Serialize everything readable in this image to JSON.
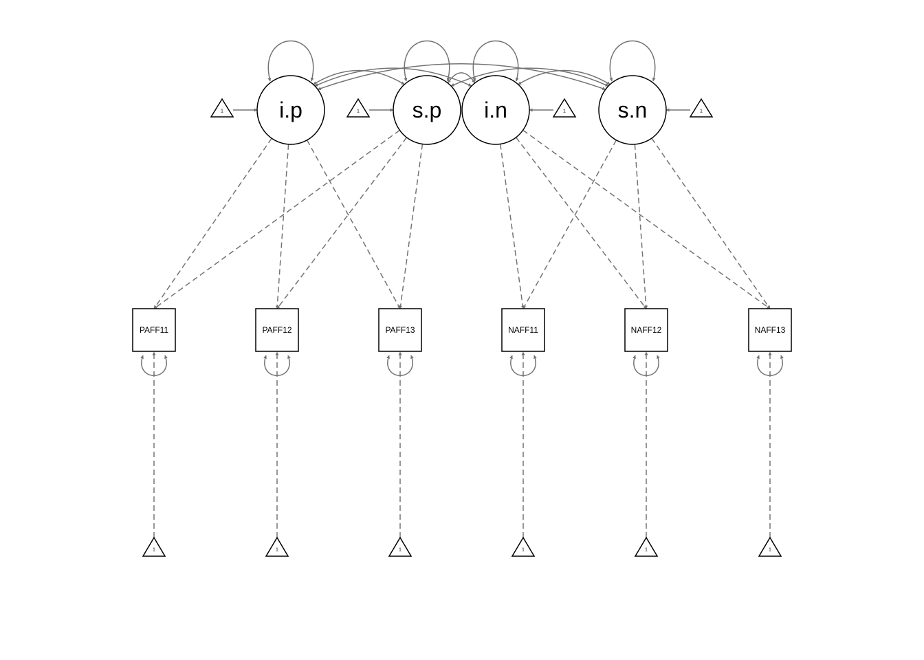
{
  "diagram": {
    "latents": [
      {
        "id": "i.p",
        "label": "i.p"
      },
      {
        "id": "s.p",
        "label": "s.p"
      },
      {
        "id": "i.n",
        "label": "i.n"
      },
      {
        "id": "s.n",
        "label": "s.n"
      }
    ],
    "manifests": [
      {
        "id": "PAFF11",
        "label": "PAFF11"
      },
      {
        "id": "PAFF12",
        "label": "PAFF12"
      },
      {
        "id": "PAFF13",
        "label": "PAFF13"
      },
      {
        "id": "NAFF11",
        "label": "NAFF11"
      },
      {
        "id": "NAFF12",
        "label": "NAFF12"
      },
      {
        "id": "NAFF13",
        "label": "NAFF13"
      }
    ],
    "intercept_label": "1",
    "loadings": [
      [
        "i.p",
        "PAFF11"
      ],
      [
        "i.p",
        "PAFF12"
      ],
      [
        "i.p",
        "PAFF13"
      ],
      [
        "s.p",
        "PAFF11"
      ],
      [
        "s.p",
        "PAFF12"
      ],
      [
        "s.p",
        "PAFF13"
      ],
      [
        "i.n",
        "NAFF11"
      ],
      [
        "i.n",
        "NAFF12"
      ],
      [
        "i.n",
        "NAFF13"
      ],
      [
        "s.n",
        "NAFF11"
      ],
      [
        "s.n",
        "NAFF12"
      ],
      [
        "s.n",
        "NAFF13"
      ]
    ],
    "covariances": [
      [
        "i.p",
        "s.p"
      ],
      [
        "i.p",
        "i.n"
      ],
      [
        "i.p",
        "s.n"
      ],
      [
        "s.p",
        "i.n"
      ],
      [
        "s.p",
        "s.n"
      ],
      [
        "i.n",
        "s.n"
      ]
    ],
    "edge_color": "#737373"
  }
}
